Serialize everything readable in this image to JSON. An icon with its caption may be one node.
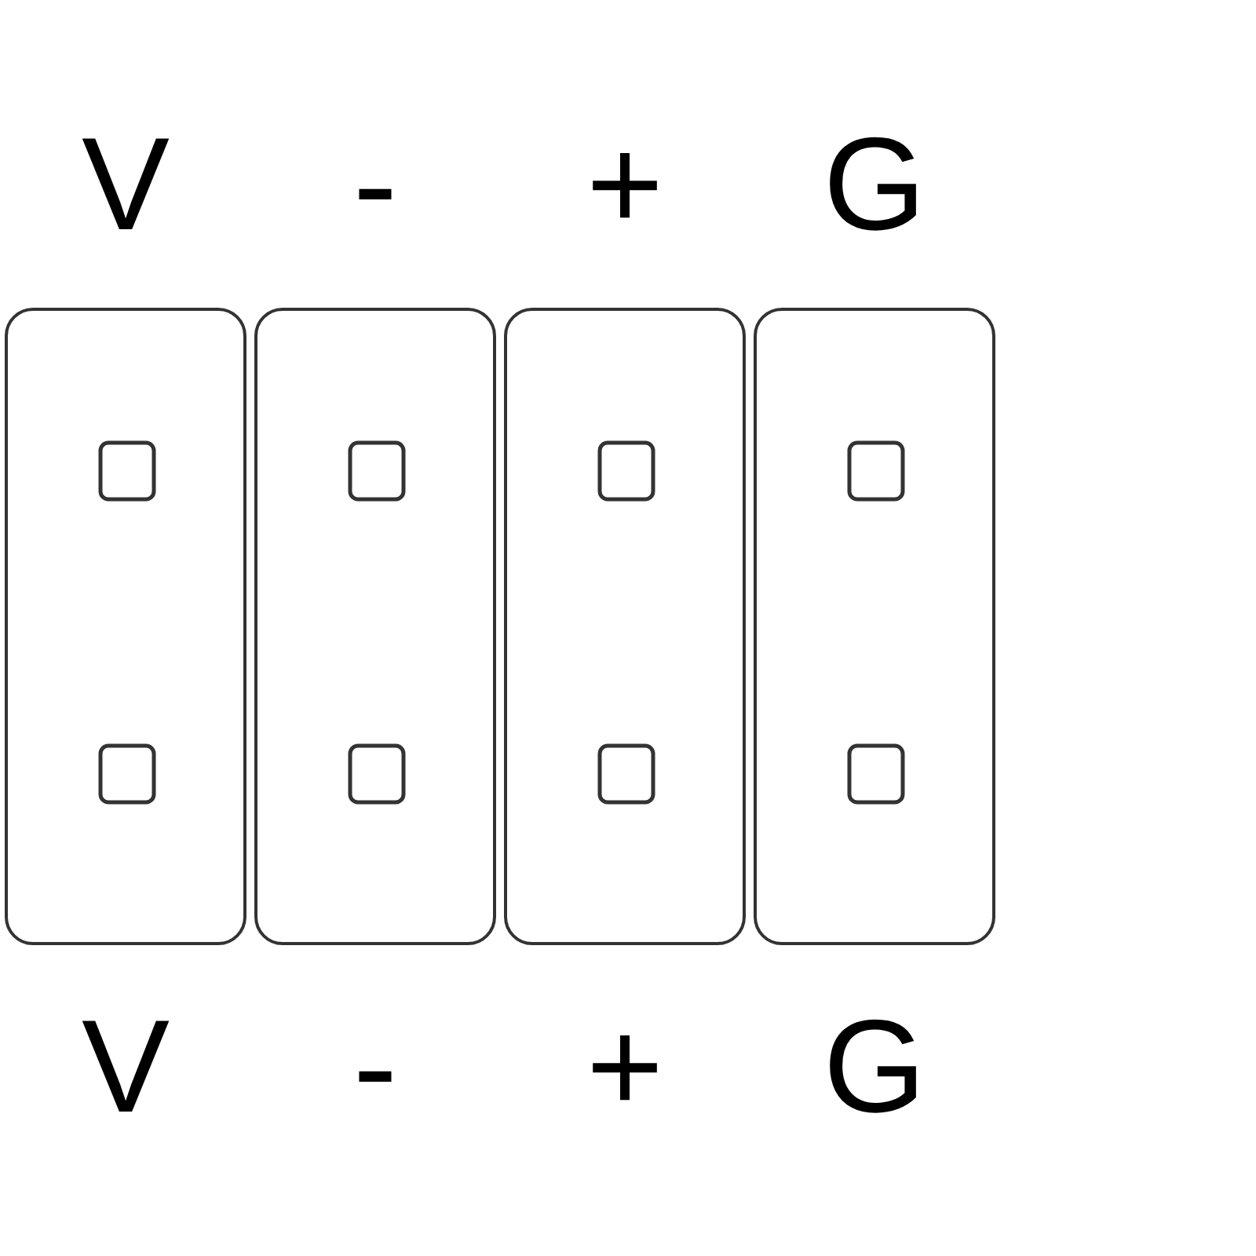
{
  "diagram": {
    "nodes": [
      {
        "text": [
          "V"
        ],
        "beside": [
          "V"
        ]
      },
      {
        "text": [
          "-"
        ],
        "beside": [
          "-"
        ]
      },
      {
        "text": [
          "+"
        ],
        "beside": [
          "+"
        ]
      },
      {
        "text": [
          "G"
        ],
        "beside": [
          "G"
        ]
      }
    ]
  }
}
